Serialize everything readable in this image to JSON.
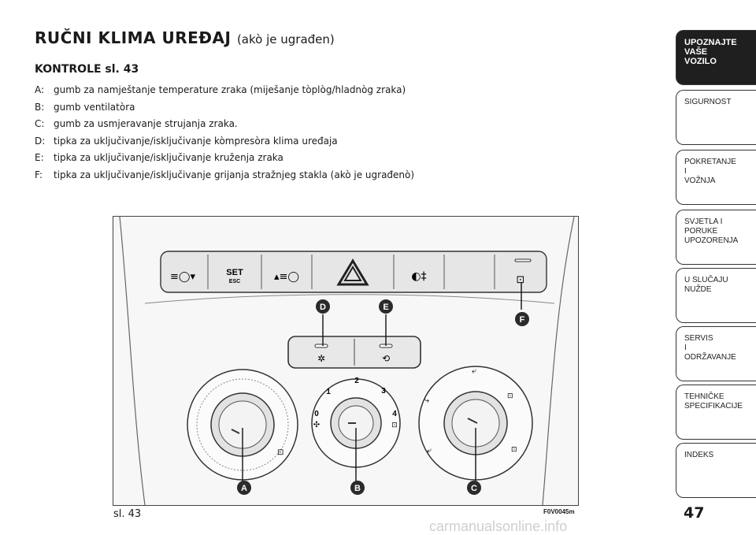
{
  "header": {
    "title": "RUČNI KLIMA UREĐAJ",
    "title_sub": "(akò je ugrađen)"
  },
  "controls": {
    "heading": "KONTROLE sl. 43",
    "items": [
      {
        "key": "A:",
        "text": "gumb za namještanje temperature zraka (miješanje tòplòg/hladnòg zraka)"
      },
      {
        "key": "B:",
        "text": "gumb ventilatòra"
      },
      {
        "key": "C:",
        "text": "gumb za usmjeravanje strujanja zraka."
      },
      {
        "key": "D:",
        "text": "tipka za uključivanje/isključivanje kòmpresòra klima uređaja"
      },
      {
        "key": "E:",
        "text": "tipka za uključivanje/isključivanje kruženja zraka"
      },
      {
        "key": "F:",
        "text": "tipka za uključivanje/isključivanje grijanja stražnjeg stakla (akò je ugrađenò)"
      }
    ]
  },
  "figure": {
    "caption": "sl. 43",
    "code": "F0V0045m",
    "set_label": "SET",
    "esc_label": "ESC",
    "callouts": {
      "a": "A",
      "b": "B",
      "c": "C",
      "d": "D",
      "e": "E",
      "f": "F"
    },
    "fan_speeds": {
      "s0": "0",
      "s1": "1",
      "s2": "2",
      "s3": "3",
      "s4": "4"
    }
  },
  "sidebar": {
    "tabs": [
      {
        "label": "UPOZNAJTE\nVAŠE\nVOZILO",
        "active": true
      },
      {
        "label": "SIGURNOST",
        "active": false
      },
      {
        "label": "POKRETANJE\nI\nVOŽNJA",
        "active": false
      },
      {
        "label": "SVJETLA I\nPORUKE\nUPOZORENJA",
        "active": false
      },
      {
        "label": "U SLUČAJU\nNUŽDE",
        "active": false
      },
      {
        "label": "SERVIS\nI\nODRŽAVANJE",
        "active": false
      },
      {
        "label": "TEHNIČKE\nSPECIFIKACIJE",
        "active": false
      },
      {
        "label": "INDEKS",
        "active": false
      }
    ]
  },
  "page_number": "47",
  "watermark": "carmanualsonline.info"
}
